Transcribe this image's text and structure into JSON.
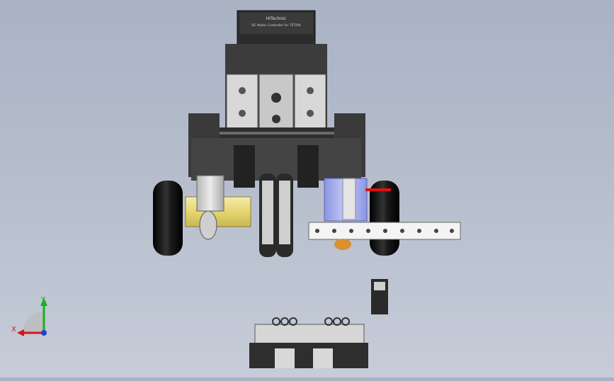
{
  "viewport": {
    "background_top": "#a9b3c4",
    "background_bottom": "#c6ccd8"
  },
  "controller": {
    "brand": "HiTechnic",
    "subtitle": "DC Motor Controller for TETRIX"
  },
  "triad": {
    "x_label": "X",
    "y_label": "Y",
    "x_color": "#d01818",
    "y_color": "#18b020",
    "z_color": "#2040d0"
  },
  "colors": {
    "frame": "#3a3a3a",
    "plate": "#d4d4d4",
    "motor_yellow": "#e8dc7a",
    "battery_blue": "#aab4f0",
    "red_wire": "#e01010",
    "tire": "#141414"
  }
}
